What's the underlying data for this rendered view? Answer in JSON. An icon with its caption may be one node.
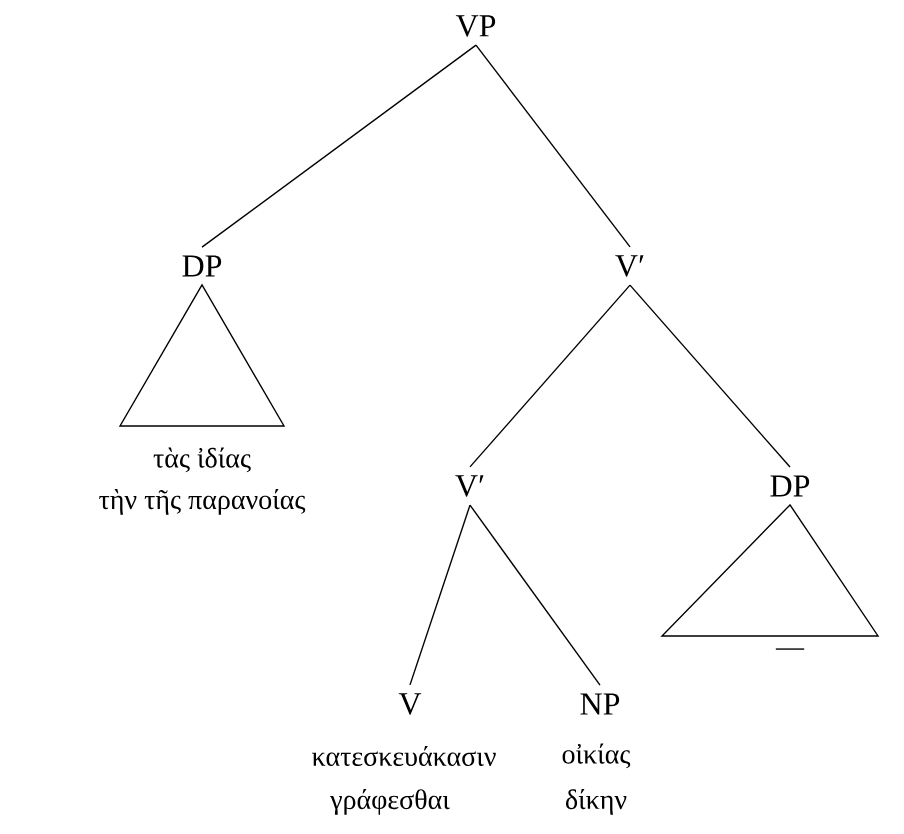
{
  "diagram": {
    "nodes": [
      {
        "text": [
          "VP"
        ]
      },
      {
        "text": [
          "DP"
        ],
        "beside": [
          "τὰς ἰδίας",
          "τὴν τῆς παρανοίας"
        ]
      },
      {
        "text": [
          "V′"
        ]
      },
      {
        "text": [
          "V′"
        ]
      },
      {
        "text": [
          "DP"
        ]
      },
      {
        "text": [
          "V"
        ],
        "beside": [
          "κατεσκευάκασιν",
          "γράφεσθαι"
        ]
      },
      {
        "text": [
          "NP"
        ],
        "beside": [
          "οἰκίας",
          "δίκην"
        ]
      }
    ],
    "edges": [
      {
        "from": 0,
        "to": 1,
        "arrow": "none"
      },
      {
        "from": 0,
        "to": 2,
        "arrow": "none"
      },
      {
        "from": 2,
        "to": 3,
        "arrow": "none"
      },
      {
        "from": 2,
        "to": 4,
        "arrow": "none"
      },
      {
        "from": 3,
        "to": 5,
        "arrow": "none"
      },
      {
        "from": 3,
        "to": 6,
        "arrow": "none"
      }
    ],
    "labels": [
      "—"
    ]
  }
}
